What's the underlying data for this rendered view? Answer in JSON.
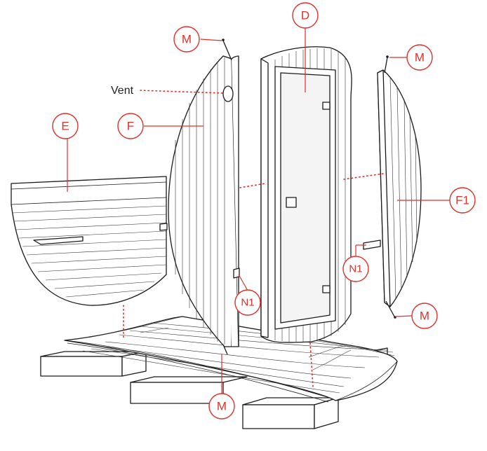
{
  "diagram": {
    "labels": {
      "D": "D",
      "E": "E",
      "F": "F",
      "F1": "F1",
      "M": "M",
      "N1": "N1",
      "vent": "Vent"
    }
  },
  "colors": {
    "callout": "#e0302a",
    "line": "#1a1a1a",
    "background": "#ffffff"
  }
}
